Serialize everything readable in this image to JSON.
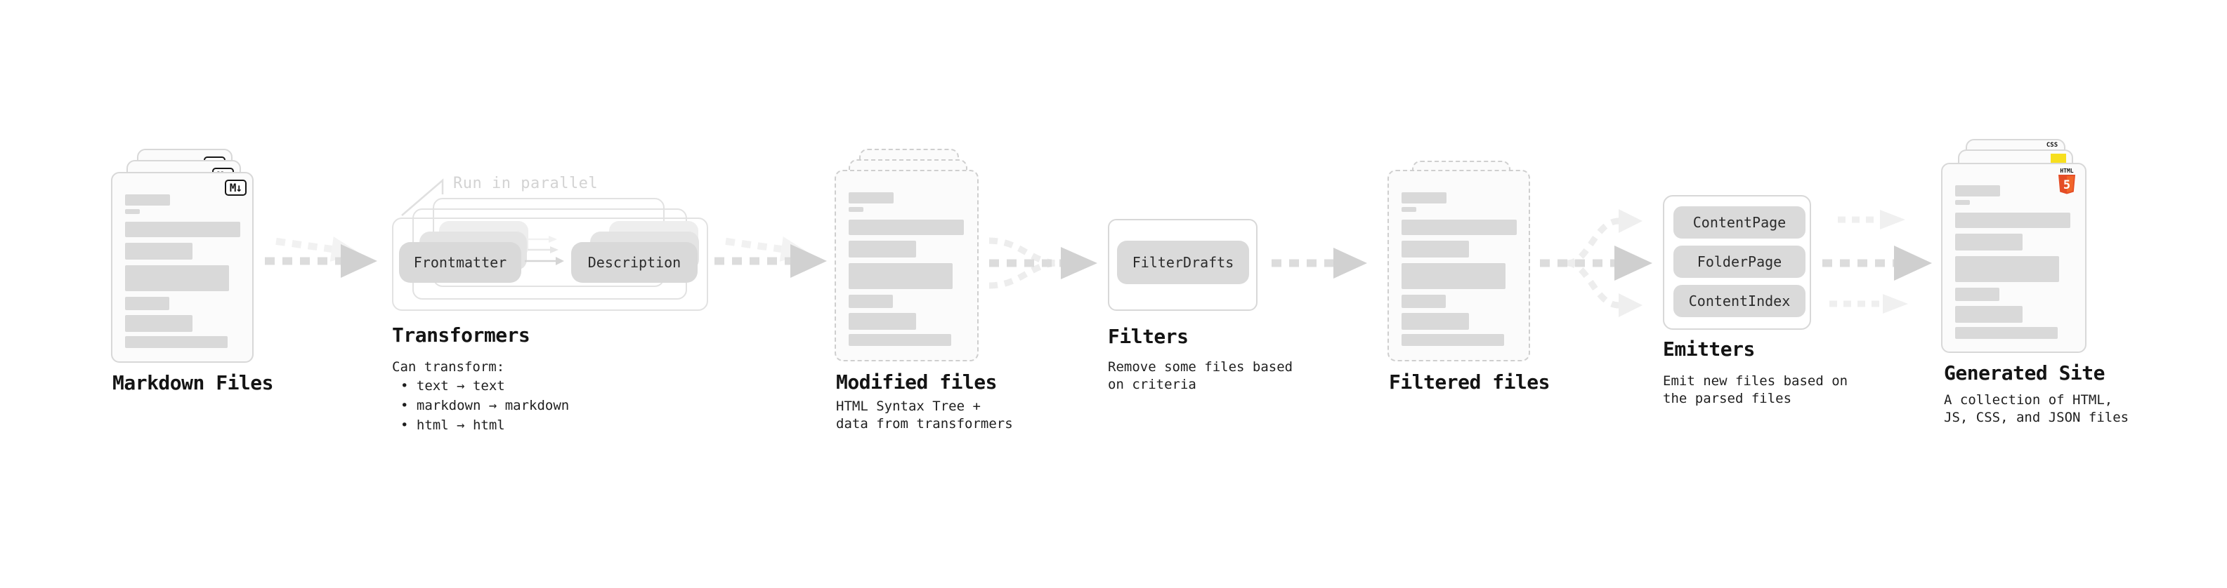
{
  "stages": {
    "markdown": {
      "label": "Markdown Files",
      "badge": "M↓"
    },
    "transformers": {
      "heading": "Transformers",
      "annotation": "Run in parallel",
      "pill_frontmatter": "Frontmatter",
      "pill_description": "Description",
      "desc_title": "Can transform:",
      "bullets": [
        "• text → text",
        "• markdown → markdown",
        "• html → html"
      ]
    },
    "modified": {
      "heading": "Modified files",
      "desc_line1": "HTML Syntax Tree +",
      "desc_line2": "data from transformers"
    },
    "filters": {
      "heading": "Filters",
      "pill": "FilterDrafts",
      "desc_line1": "Remove some files based",
      "desc_line2": "on criteria"
    },
    "filtered": {
      "label": "Filtered files"
    },
    "emitters": {
      "heading": "Emitters",
      "pills": [
        "ContentPage",
        "FolderPage",
        "ContentIndex"
      ],
      "desc_line1": "Emit new files based on",
      "desc_line2": "the parsed files"
    },
    "generated": {
      "heading": "Generated Site",
      "badge_css": "CSS",
      "badge_html": "HTML",
      "badge_html_number": "5",
      "desc_line1": "A collection of HTML,",
      "desc_line2": "JS, CSS, and JSON files"
    }
  },
  "colors": {
    "html5_orange": "#e44d26",
    "html5_orange_light": "#f16529",
    "js_yellow": "#f7df1e",
    "css_blue": "#2862e9",
    "bar_gray": "#d9d9d9",
    "arrow_gray": "#dcdcdc",
    "arrow_light": "#efefef"
  }
}
